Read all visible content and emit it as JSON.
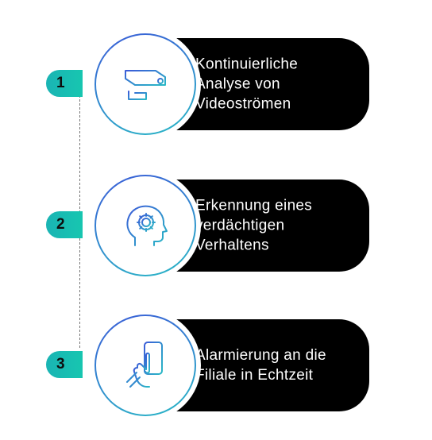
{
  "colors": {
    "card_background": "#000000",
    "card_text": "#ffffff",
    "badge_gradient_start": "#1ab4b4",
    "badge_gradient_end": "#17c6b0",
    "ring_gradient_start": "#3b5bd8",
    "ring_gradient_end": "#2ab9c6",
    "connector": "#777777"
  },
  "steps": [
    {
      "number": "1",
      "icon": "security-camera-icon",
      "text": "Kontinuierliche\nAnalyse von\nVideoströmen"
    },
    {
      "number": "2",
      "icon": "head-gear-icon",
      "text": "Erkennung eines\nverdächtigen\nVerhaltens"
    },
    {
      "number": "3",
      "icon": "hand-smartphone-icon",
      "text": "Alarmierung an die\nFiliale in Echtzeit"
    }
  ]
}
